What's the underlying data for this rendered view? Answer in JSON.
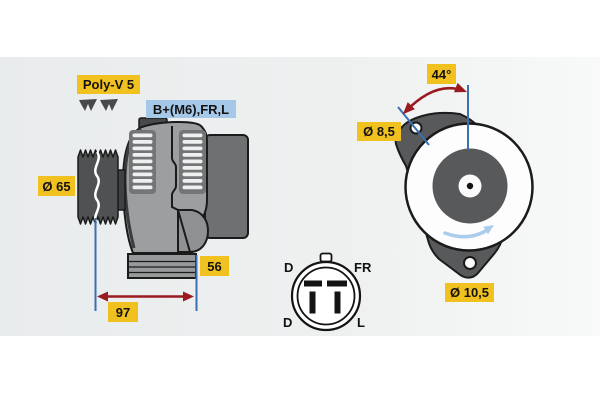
{
  "diagram": {
    "kind": "alternator-technical-drawing",
    "labels": {
      "belt": "Poly-V 5",
      "terminals": "B+(M6),FR,L",
      "pulley_diameter": "Ø 65",
      "mount_width": "56",
      "length": "97",
      "angle": "44°",
      "hole_small": "Ø 8,5",
      "hole_large": "Ø 10,5"
    },
    "connector": {
      "top_left": "D",
      "top_right": "FR",
      "bottom_left": "D",
      "bottom_right": "L"
    },
    "colors": {
      "label_yellow": "#f1c120",
      "label_blue": "#a6c8e8",
      "dimension_line_blue": "#3a70b0",
      "dimension_arrow_red": "#9a1b1f",
      "rotation_arrow_blue": "#a9cdeb",
      "body_gray": "#9c9ea0",
      "rear_housing_gray": "#6e7072",
      "pulley_gray": "#4f5153",
      "bracket_gray": "#57595b",
      "background_band": "#edefef"
    }
  }
}
